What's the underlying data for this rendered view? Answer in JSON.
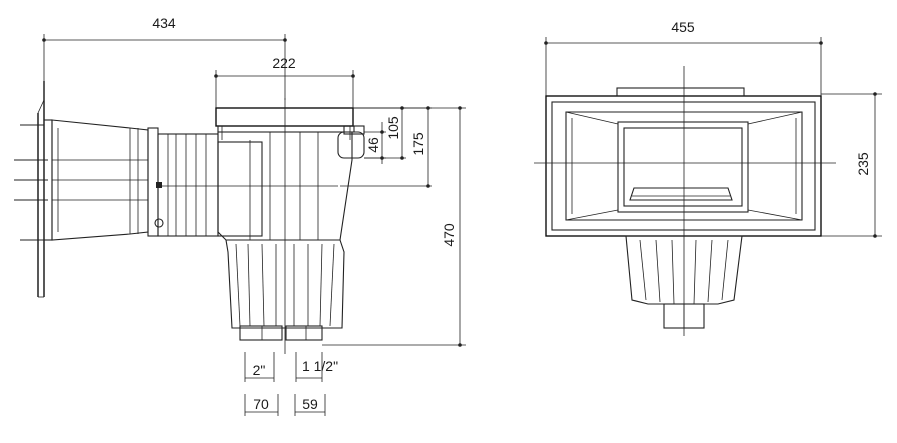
{
  "side_view": {
    "dim_overall_width": "434",
    "dim_top_width": "222",
    "dim_height": "470",
    "dim_175": "175",
    "dim_105": "105",
    "dim_46": "46",
    "port_left_thread": "2\"",
    "port_right_thread": "1 1/2\"",
    "port_left_width": "70",
    "port_right_width": "59"
  },
  "front_view": {
    "dim_width": "455",
    "dim_height": "235"
  },
  "colors": {
    "line": "#222222",
    "background": "#ffffff"
  }
}
